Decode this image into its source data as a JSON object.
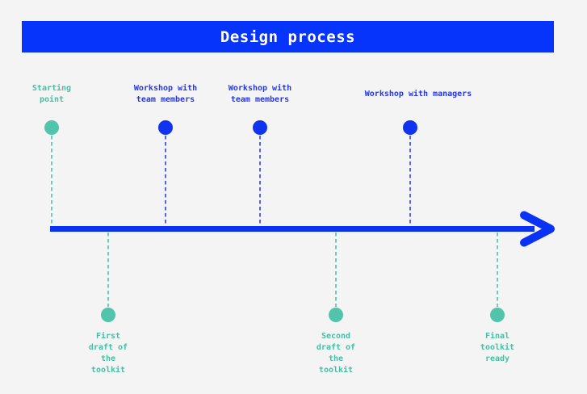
{
  "header": {
    "title": "Design process"
  },
  "colors": {
    "background": "#f4f4f5",
    "header_blue": "#0634fb",
    "arrow_blue": "#0a32f5",
    "dot_blue": "#1132ee",
    "text_blue": "#2338e8",
    "teal": "#4fc2a9"
  },
  "timeline": {
    "above": [
      {
        "label": "Starting\npoint",
        "color": "teal"
      },
      {
        "label": "Workshop with\nteam members",
        "color": "blue"
      },
      {
        "label": "Workshop with\nteam members",
        "color": "blue"
      },
      {
        "label": "Workshop with managers",
        "color": "blue"
      }
    ],
    "below": [
      {
        "label": "First\ndraft of\nthe\ntoolkit",
        "color": "teal"
      },
      {
        "label": "Second\ndraft of\nthe\ntoolkit",
        "color": "teal"
      },
      {
        "label": "Final\ntoolkit\nready",
        "color": "teal"
      }
    ]
  }
}
